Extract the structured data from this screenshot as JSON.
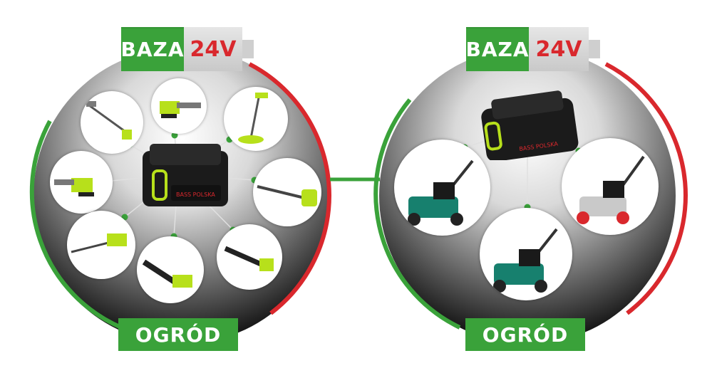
{
  "left_group": {
    "battery_label_left": "BAZA",
    "battery_label_right": "24V",
    "footer_label": "OGRÓD",
    "tools": [
      "pole-saw",
      "chainsaw",
      "grass-trimmer",
      "chainsaw-small",
      "hedge-trimmer-long",
      "hedge-trimmer",
      "leaf-blower",
      "blower-nozzle"
    ]
  },
  "right_group": {
    "battery_label_left": "BAZA",
    "battery_label_right": "24V",
    "footer_label": "OGRÓD",
    "tools": [
      "lawn-mower-green",
      "lawn-mower-green-center",
      "lawn-mower-red"
    ]
  },
  "colors": {
    "green": "#3aa23a",
    "red": "#d9282d",
    "accent_lime": "#b7e01b"
  },
  "battery_brand": "BASS POLSKA"
}
